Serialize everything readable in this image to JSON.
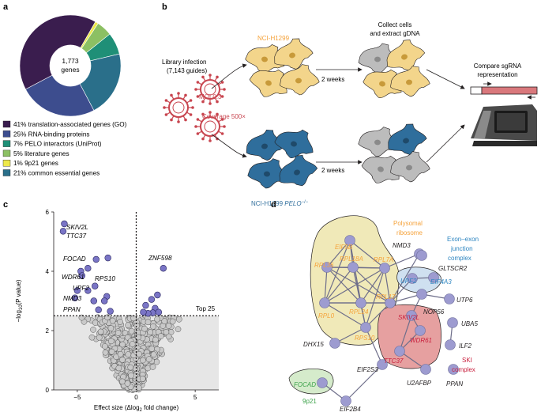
{
  "panels": {
    "a": "a",
    "b": "b",
    "c": "c",
    "d": "d"
  },
  "panel_a": {
    "center_count": "1,773",
    "center_unit": "genes",
    "slices": [
      {
        "pct": 41,
        "label": "41% translation-associated genes (GO)",
        "color": "#3a1d4e"
      },
      {
        "pct": 25,
        "label": "25% RNA-binding proteins",
        "color": "#3d4d8e"
      },
      {
        "pct": 7,
        "label": "7% PELO interactors (UniProt)",
        "color": "#1f8f77"
      },
      {
        "pct": 5,
        "label": "5% literature genes",
        "color": "#8cc063"
      },
      {
        "pct": 1,
        "label": "1% 9p21 genes",
        "color": "#ede84a"
      },
      {
        "pct": 21,
        "label": "21% common essential genes",
        "color": "#2a6f8a"
      }
    ]
  },
  "panel_b": {
    "library_line1": "Library infection",
    "library_line2": "(7,143 guides)",
    "moi": "MOI 0.3",
    "coverage": "Coverage 500×",
    "cell_line_top": "NCI-H1299",
    "cell_line_bottom": "NCI-H1299",
    "cell_line_bottom_gene": "PELO",
    "cell_line_bottom_sup": "−/−",
    "weeks_top": "2 weeks",
    "weeks_bottom": "2 weeks",
    "collect_line1": "Collect cells",
    "collect_line2": "and extract gDNA",
    "compare_line1": "Compare sgRNA",
    "compare_line2": "representation",
    "colors": {
      "virus": "#c8454f",
      "top_cells": "#f3d58b",
      "bottom_cells": "#2f6e9c",
      "grey_cells": "#bcbcbc"
    }
  },
  "panel_c": {
    "ylabel_pre": "−log",
    "ylabel_sub": "10",
    "ylabel_post": "(P value)",
    "xlabel_pre": "Effect size (Δlog",
    "xlabel_sub": "2",
    "xlabel_post": " fold change)",
    "threshold_label": "Top 25",
    "gene_labels": [
      "SKIV2L",
      "TTC37",
      "FOCAD",
      "WDR61",
      "RPS10",
      "UPF2",
      "NMD3",
      "PPAN",
      "ZNF598"
    ]
  },
  "chart_data": {
    "type": "scatter",
    "xlabel": "Effect size (Δlog2 fold change)",
    "ylabel": "−log10(P value)",
    "xlim": [
      -7,
      7
    ],
    "ylim": [
      0,
      6
    ],
    "xticks": [
      "−5",
      "0",
      "5"
    ],
    "yticks": [
      "0",
      "2",
      "4",
      "6"
    ],
    "threshold_y": 2.5,
    "threshold_x": 0,
    "grid": false,
    "highlighted_points": [
      {
        "x": -6.1,
        "y": 5.6,
        "label": "SKIV2L"
      },
      {
        "x": -6.2,
        "y": 5.35,
        "label": "TTC37"
      },
      {
        "x": -3.4,
        "y": 4.4,
        "label": ""
      },
      {
        "x": -2.4,
        "y": 4.45,
        "label": ""
      },
      {
        "x": -4.7,
        "y": 4.0,
        "label": "FOCAD"
      },
      {
        "x": -4.1,
        "y": 4.1,
        "label": ""
      },
      {
        "x": -4.6,
        "y": 3.85,
        "label": "WDR61"
      },
      {
        "x": -3.5,
        "y": 3.5,
        "label": "RPS10"
      },
      {
        "x": -4.1,
        "y": 3.35,
        "label": "UPF2"
      },
      {
        "x": -5.0,
        "y": 3.35,
        "label": "NMD3"
      },
      {
        "x": -2.5,
        "y": 3.15,
        "label": ""
      },
      {
        "x": -3.6,
        "y": 3.0,
        "label": ""
      },
      {
        "x": -2.7,
        "y": 3.0,
        "label": ""
      },
      {
        "x": -5.2,
        "y": 3.1,
        "label": "PPAN"
      },
      {
        "x": -2.2,
        "y": 2.65,
        "label": ""
      },
      {
        "x": -3.2,
        "y": 2.7,
        "label": ""
      },
      {
        "x": 2.3,
        "y": 4.1,
        "label": "ZNF598"
      },
      {
        "x": 1.8,
        "y": 3.2,
        "label": ""
      },
      {
        "x": 1.3,
        "y": 3.05,
        "label": ""
      },
      {
        "x": 1.6,
        "y": 2.75,
        "label": ""
      },
      {
        "x": 0.8,
        "y": 2.85,
        "label": ""
      },
      {
        "x": 1.4,
        "y": 2.6,
        "label": ""
      },
      {
        "x": 1.0,
        "y": 2.58,
        "label": ""
      },
      {
        "x": 1.9,
        "y": 2.62,
        "label": ""
      },
      {
        "x": 0.6,
        "y": 2.62,
        "label": ""
      }
    ]
  },
  "panel_d": {
    "polysomal_line1": "Polysomal",
    "polysomal_line2": "ribosome",
    "ejc_line1": "Exon–exon",
    "ejc_line2": "junction",
    "ejc_line3": "complex",
    "ski_line1": "SKI",
    "ski_line2": "complex",
    "p9p21": "9p21",
    "colors": {
      "poly": "#f0e9b8",
      "ejc": "#cfe0f0",
      "ski": "#e6a0a0",
      "p9": "#d5ebcb",
      "node": "#9d9bd0",
      "orange": "#f5a23a",
      "blue": "#2e86c1",
      "red": "#c81e3c",
      "green": "#3ea34b"
    },
    "nodes": [
      {
        "id": "EIF5B",
        "color": "orange"
      },
      {
        "id": "RPL36",
        "color": "orange"
      },
      {
        "id": "RPL18A",
        "color": "orange"
      },
      {
        "id": "RPL7A",
        "color": "orange"
      },
      {
        "id": "NMD3",
        "color": "dark"
      },
      {
        "id": "RPL17",
        "color": "orange"
      },
      {
        "id": "RPL0",
        "color": "orange"
      },
      {
        "id": "RPL24",
        "color": "orange"
      },
      {
        "id": "RPS10",
        "color": "orange"
      },
      {
        "id": "UPF2",
        "color": "blue"
      },
      {
        "id": "EIF4A3",
        "color": "blue"
      },
      {
        "id": "GLTSCR2",
        "color": "dark"
      },
      {
        "id": "UTP6",
        "color": "dark"
      },
      {
        "id": "NOP56",
        "color": "dark"
      },
      {
        "id": "SKIV2L",
        "color": "red"
      },
      {
        "id": "WDR61",
        "color": "red"
      },
      {
        "id": "TTC37",
        "color": "red"
      },
      {
        "id": "UBA5",
        "color": "dark"
      },
      {
        "id": "ILF2",
        "color": "dark"
      },
      {
        "id": "DHX15",
        "color": "dark"
      },
      {
        "id": "EIF2S3",
        "color": "dark"
      },
      {
        "id": "U2AFBP",
        "color": "dark"
      },
      {
        "id": "PPAN",
        "color": "dark"
      },
      {
        "id": "FOCAD",
        "color": "green"
      },
      {
        "id": "EIF2B4",
        "color": "dark"
      }
    ]
  }
}
